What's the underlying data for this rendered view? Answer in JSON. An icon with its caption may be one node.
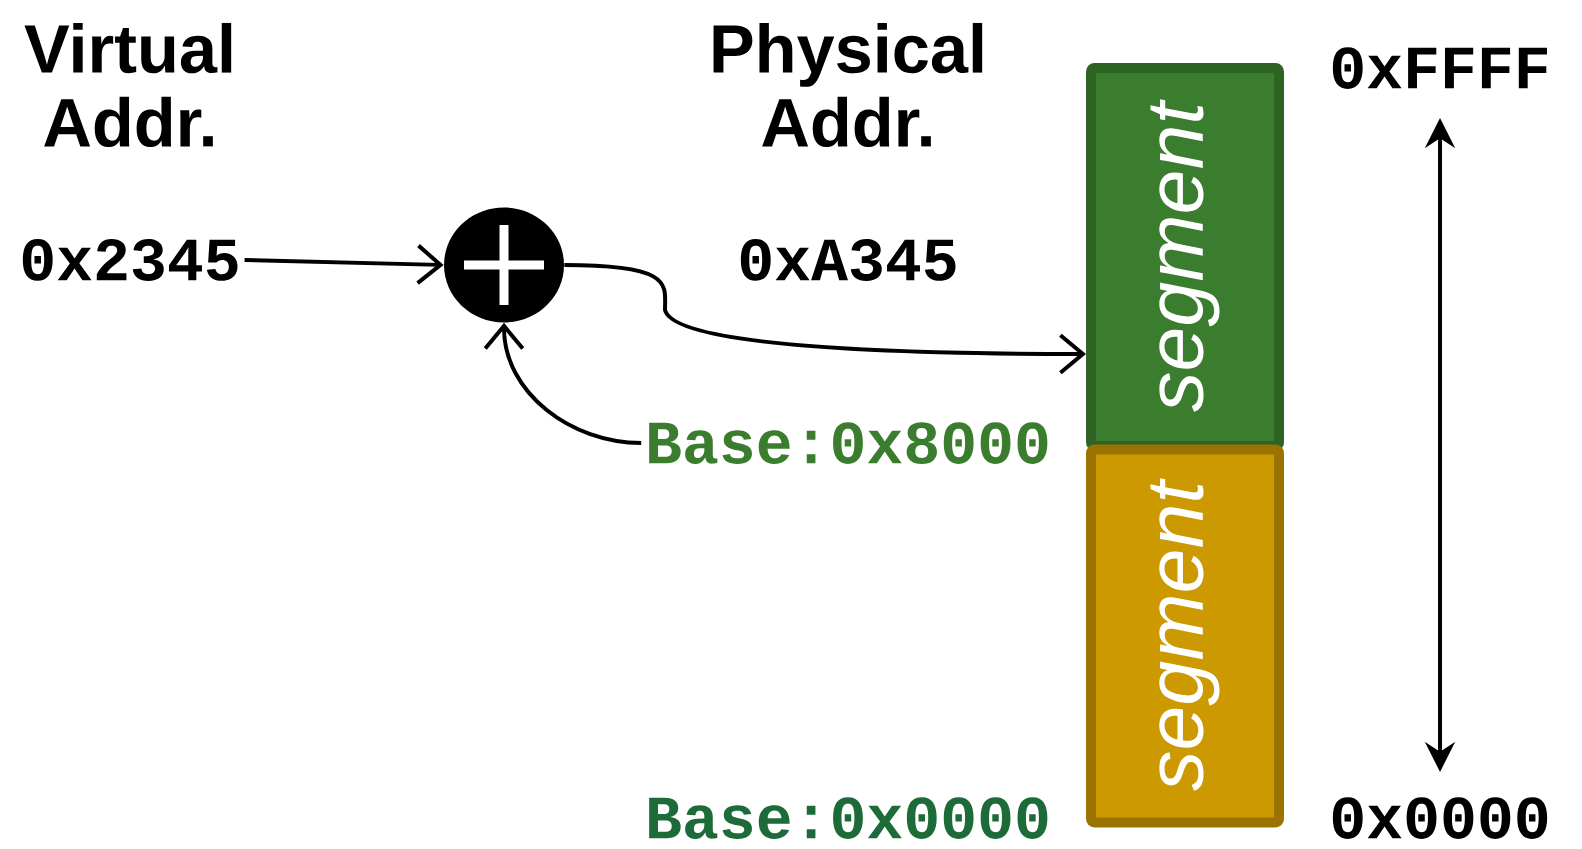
{
  "diagram": {
    "nodes": [
      {
        "text": [
          "0x2345"
        ]
      },
      {
        "text": [],
        "shape": "circle"
      },
      {
        "text": [
          "Base:0x8000"
        ]
      },
      {
        "text": [
          "segment"
        ]
      },
      {
        "text": [
          "segment"
        ]
      }
    ],
    "edges": [
      {
        "from": 0,
        "to": 1,
        "arrow": "to"
      },
      {
        "from": 1,
        "to": 3,
        "arrow": "to"
      },
      {
        "from": 2,
        "to": 1,
        "arrow": "to"
      }
    ],
    "labels": [
      "Virtual Addr.",
      "Physical Addr.",
      "0xA345",
      "0xFFFF",
      "Base:0x0000",
      "0x0000"
    ]
  }
}
